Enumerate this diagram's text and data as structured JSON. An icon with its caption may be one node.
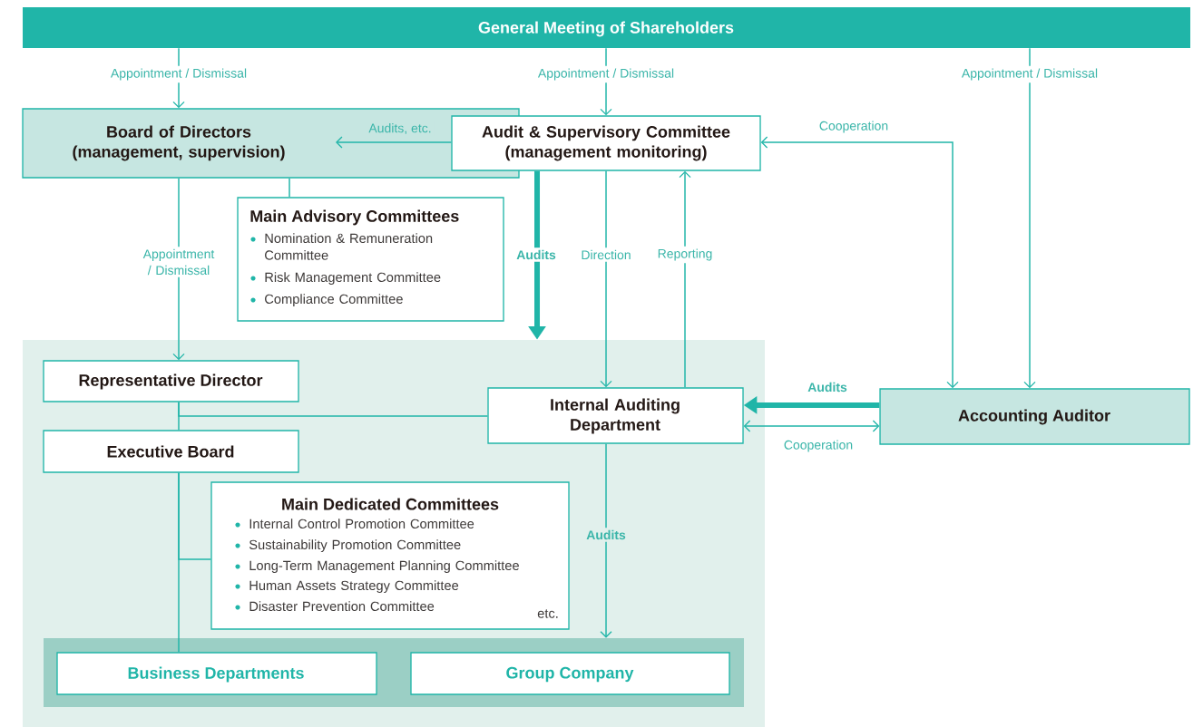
{
  "diagram": {
    "nodes": [
      {
        "text": [
          "General Meeting of Shareholders"
        ]
      },
      {
        "text": [
          "Board of Directors (management, supervision)"
        ]
      },
      {
        "text": [
          "Audit & Supervisory Committee (management monitoring)"
        ]
      },
      {
        "text": [
          "Main Advisory Committees",
          "Nomination & Remuneration Committee",
          "Risk Management Committee",
          "Compliance Committee"
        ]
      },
      {
        "text": [],
        "shape": "box"
      },
      {
        "text": [
          "Representative Director"
        ],
        "in": 4
      },
      {
        "text": [
          "Internal Auditing Department"
        ],
        "in": 4
      },
      {
        "text": [
          "Accounting Auditor"
        ]
      },
      {
        "text": [
          "Executive Board"
        ],
        "in": 4
      },
      {
        "text": [
          "Main Dedicated Committees",
          "Internal Control Promotion Committee",
          "Sustainability Promotion Committee",
          "Long-Term Management Planning Committee",
          "Human Assets Strategy Committee",
          "Disaster Prevention Committee",
          "etc."
        ],
        "in": 4
      },
      {
        "text": [],
        "shape": "box",
        "in": 4
      },
      {
        "text": [
          "Business Departments"
        ],
        "in": 10
      },
      {
        "text": [
          "Group Company"
        ],
        "in": 10
      }
    ],
    "edges": [
      {
        "from": 0,
        "to": 1,
        "arrow": "to",
        "label": "Appointment / Dismissal"
      },
      {
        "from": 0,
        "to": 2,
        "arrow": "to",
        "label": "Appointment / Dismissal"
      },
      {
        "from": 0,
        "to": 7,
        "arrow": "to",
        "label": "Appointment / Dismissal"
      },
      {
        "from": 2,
        "to": 1,
        "arrow": "to",
        "label": "Audits, etc."
      },
      {
        "from": 2,
        "to": 7,
        "arrow": "both",
        "label": "Cooperation"
      },
      {
        "from": 1,
        "to": 3,
        "arrow": "none"
      },
      {
        "from": 1,
        "to": 5,
        "arrow": "to",
        "label": "Appointment / Dismissal"
      },
      {
        "from": 2,
        "to": 4,
        "arrow": "to",
        "label": "Audits",
        "style": "thick"
      },
      {
        "from": 2,
        "to": 6,
        "arrow": "to",
        "label": "Direction"
      },
      {
        "from": 6,
        "to": 2,
        "arrow": "to",
        "label": "Reporting"
      },
      {
        "from": 7,
        "to": 6,
        "arrow": "to",
        "label": "Audits",
        "style": "thick"
      },
      {
        "from": 6,
        "to": 7,
        "arrow": "both",
        "label": "Cooperation"
      },
      {
        "from": 6,
        "to": 5,
        "arrow": "none"
      },
      {
        "from": 5,
        "to": 8,
        "arrow": "none"
      },
      {
        "from": 8,
        "to": 9,
        "arrow": "none"
      },
      {
        "from": 8,
        "to": 11,
        "arrow": "none"
      },
      {
        "from": 6,
        "to": 10,
        "arrow": "to",
        "label": "Audits"
      }
    ]
  }
}
